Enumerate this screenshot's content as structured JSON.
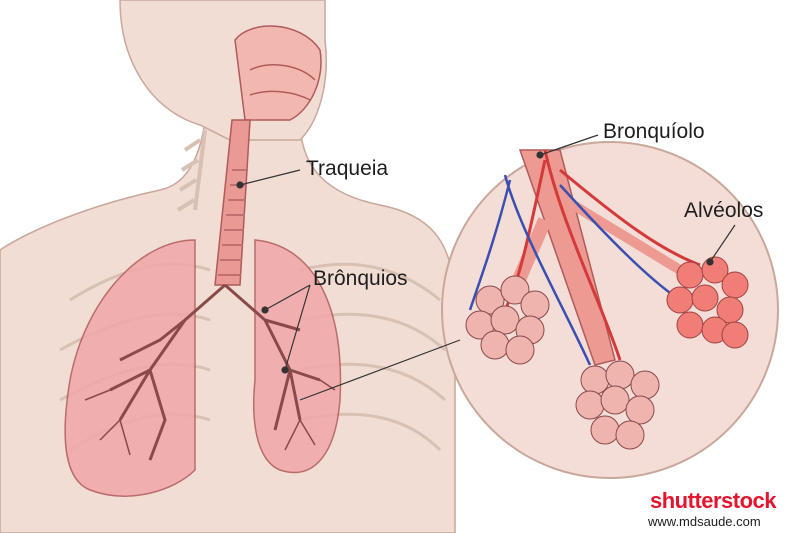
{
  "labels": {
    "traqueia": "Traqueia",
    "bronquios": "Brônquios",
    "bronquiolo": "Bronquíolo",
    "alveolos": "Alvéolos"
  },
  "watermark": {
    "brand": "shutterstock",
    "site": "www.mdsaude.com"
  },
  "colors": {
    "skin": "#f1ddd3",
    "skin_outline": "#c9a79a",
    "lung": "#f0a8a8",
    "lung_outline": "#b05a5a",
    "artery": "#d43a3a",
    "vein": "#3a4fb0",
    "inset_bg": "#f3ddd6",
    "leader_line": "#333333",
    "brand_red": "#e4152c"
  }
}
